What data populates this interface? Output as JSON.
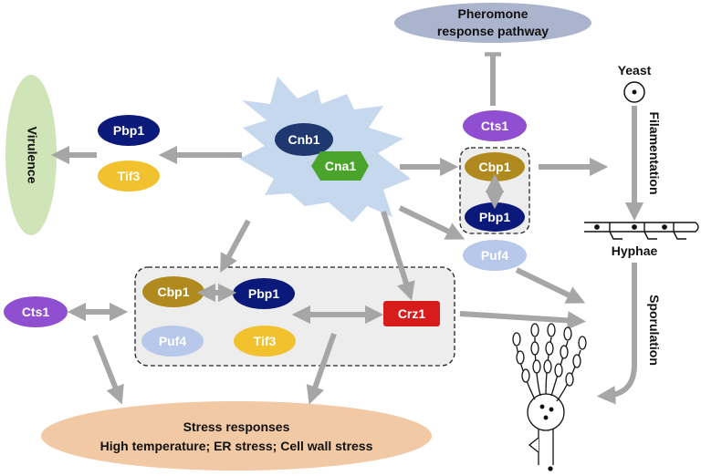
{
  "nodes": {
    "pheromone": {
      "line1": "Pheromone",
      "line2": "response pathway"
    },
    "virulence": "Virulence",
    "cnb1": "Cnb1",
    "cna1": "Cna1",
    "pbp1_left": "Pbp1",
    "tif3_left": "Tif3",
    "cts1_top": "Cts1",
    "cbp1_top": "Cbp1",
    "pbp1_top": "Pbp1",
    "puf4_top": "Puf4",
    "cts1_left": "Cts1",
    "cbp1_mid": "Cbp1",
    "pbp1_mid": "Pbp1",
    "puf4_mid": "Puf4",
    "tif3_mid": "Tif3",
    "crz1": "Crz1",
    "stress": {
      "line1": "Stress responses",
      "line2": "High temperature; ER stress; Cell wall stress"
    },
    "yeast": "Yeast",
    "filamentation": "Filamentation",
    "hyphae": "Hyphae",
    "sporulation": "Sporulation"
  },
  "colors": {
    "navy": "#0b1a7a",
    "gold": "#b08a1e",
    "purple": "#8f4fd0",
    "yellow": "#f2c12e",
    "lightblue": "#b7c8ea",
    "green": "#4aa32a",
    "red": "#d81c1c",
    "dark_slate": "#3c5a82",
    "burst": "#c5d8ee",
    "grey_arrow": "#a6a6a6",
    "pheromone_fill": "#aab4cc",
    "virulence_fill": "#cfe5b8",
    "stress_fill": "#f2c9a5",
    "box_fill": "#ededed"
  }
}
